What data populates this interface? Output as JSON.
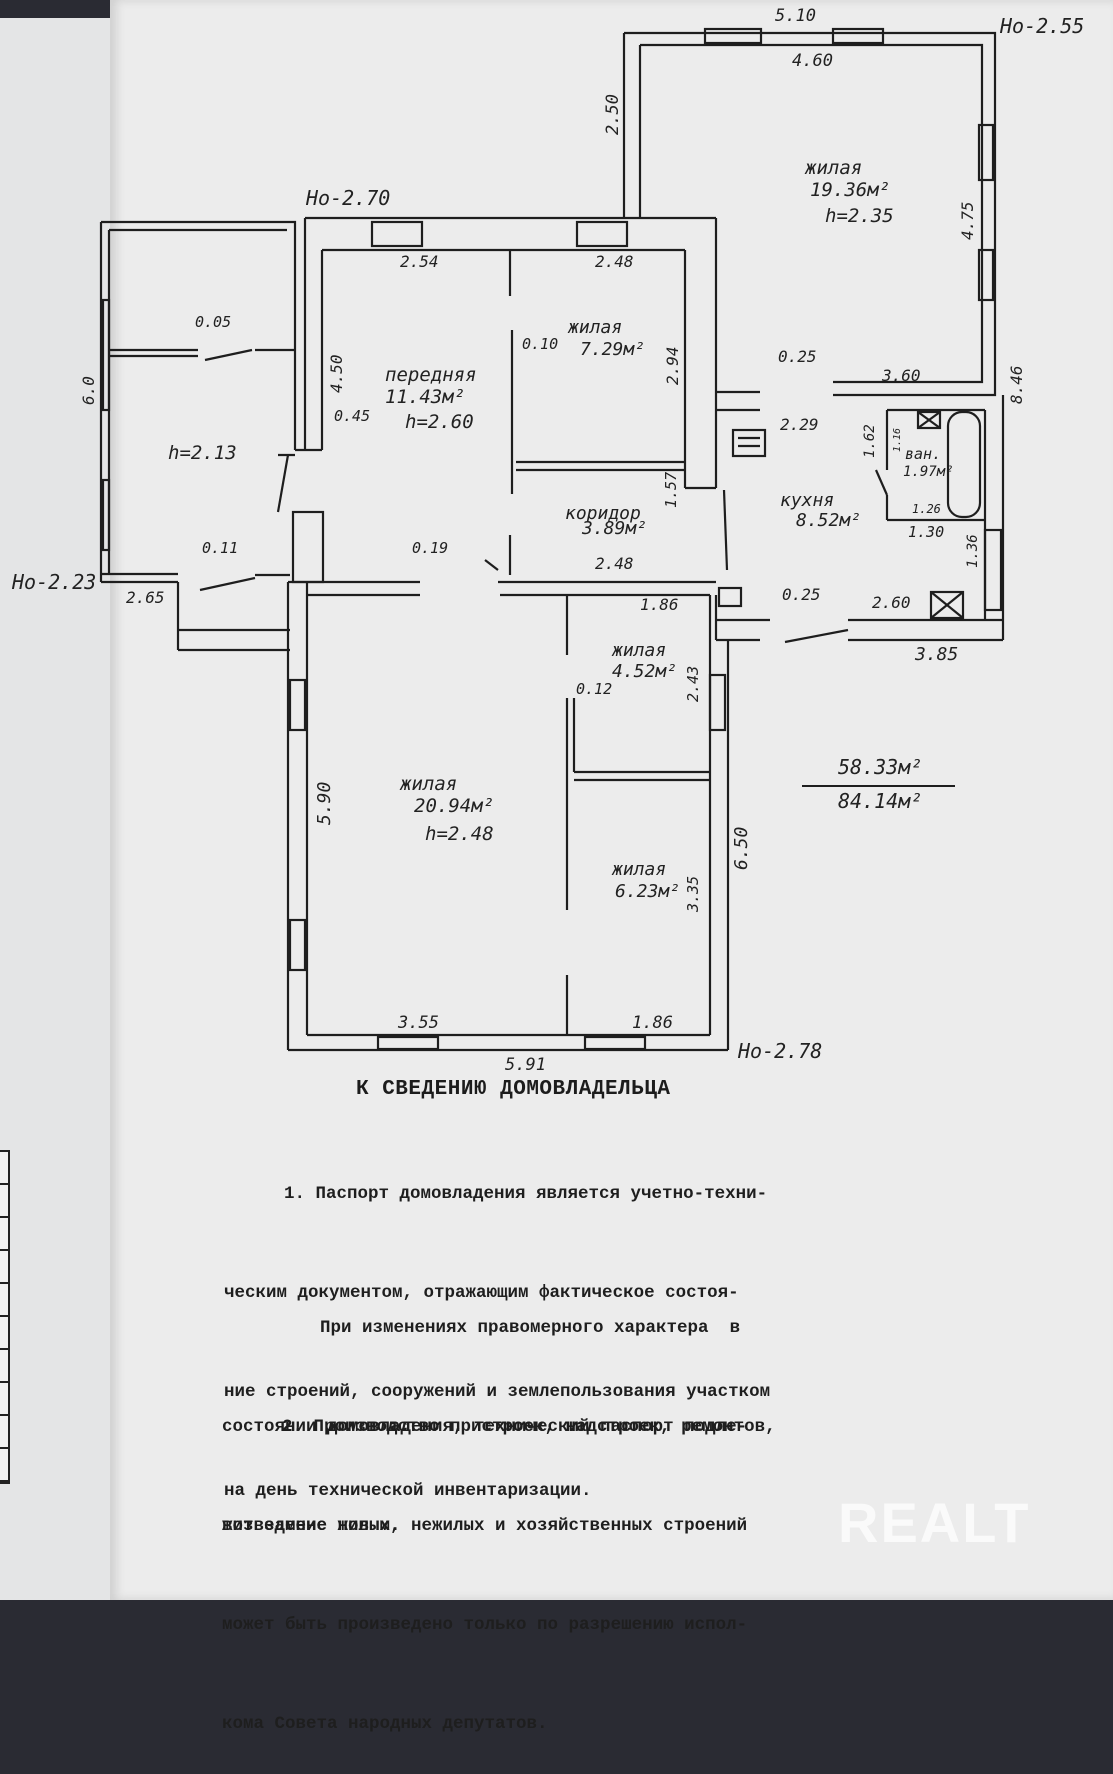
{
  "plan": {
    "labels": [
      {
        "id": "ho-top-right",
        "text": "Но-2.55"
      },
      {
        "id": "w-top",
        "text": "5.10"
      },
      {
        "id": "w-460",
        "text": "4.60"
      },
      {
        "id": "h-250",
        "text": "2.50"
      },
      {
        "id": "room-big-name",
        "text": "жилая"
      },
      {
        "id": "room-big-area",
        "text": "19.36м²"
      },
      {
        "id": "room-big-h",
        "text": "h=2.35"
      },
      {
        "id": "h-475",
        "text": "4.75"
      },
      {
        "id": "ho-270",
        "text": "Но-2.70"
      },
      {
        "id": "w-254",
        "text": "2.54"
      },
      {
        "id": "w-248a",
        "text": "2.48"
      },
      {
        "id": "d-005",
        "text": "0.05"
      },
      {
        "id": "d-010",
        "text": "0.10"
      },
      {
        "id": "room-729-name",
        "text": "жилая"
      },
      {
        "id": "room-729-area",
        "text": "7.29м²"
      },
      {
        "id": "h-294",
        "text": "2.94"
      },
      {
        "id": "d-025a",
        "text": "0.25"
      },
      {
        "id": "w-360",
        "text": "3.60"
      },
      {
        "id": "h-846",
        "text": "8.46"
      },
      {
        "id": "h-60",
        "text": "6.0"
      },
      {
        "id": "h-450",
        "text": "4.50"
      },
      {
        "id": "hall-name",
        "text": "передняя"
      },
      {
        "id": "hall-area",
        "text": "11.43м²"
      },
      {
        "id": "hall-h",
        "text": "h=2.60"
      },
      {
        "id": "d-045",
        "text": "0.45"
      },
      {
        "id": "w-229",
        "text": "2.29"
      },
      {
        "id": "h-162",
        "text": "1.62"
      },
      {
        "id": "d-116",
        "text": "1.16"
      },
      {
        "id": "bath-name",
        "text": "ван."
      },
      {
        "id": "bath-area",
        "text": "1.97м²"
      },
      {
        "id": "veranda-h",
        "text": "h=2.13"
      },
      {
        "id": "kitchen-name",
        "text": "кухня"
      },
      {
        "id": "kitchen-area",
        "text": "8.52м²"
      },
      {
        "id": "w-126",
        "text": "1.26"
      },
      {
        "id": "corr-name",
        "text": "коридор"
      },
      {
        "id": "corr-area",
        "text": "3.89м²"
      },
      {
        "id": "h-157",
        "text": "1.57"
      },
      {
        "id": "w-130",
        "text": "1.30"
      },
      {
        "id": "d-011",
        "text": "0.11"
      },
      {
        "id": "d-019",
        "text": "0.19"
      },
      {
        "id": "w-248b",
        "text": "2.48"
      },
      {
        "id": "h-136",
        "text": "1.36"
      },
      {
        "id": "ho-223",
        "text": "Но-2.23"
      },
      {
        "id": "w-265",
        "text": "2.65"
      },
      {
        "id": "w-186a",
        "text": "1.86"
      },
      {
        "id": "d-025b",
        "text": "0.25"
      },
      {
        "id": "w-260",
        "text": "2.60"
      },
      {
        "id": "w-385",
        "text": "3.85"
      },
      {
        "id": "room-452-name",
        "text": "жилая"
      },
      {
        "id": "room-452-area",
        "text": "4.52м²"
      },
      {
        "id": "h-243",
        "text": "2.43"
      },
      {
        "id": "d-012",
        "text": "0.12"
      },
      {
        "id": "total-living",
        "text": "58.33м²"
      },
      {
        "id": "total-area",
        "text": "84.14м²"
      },
      {
        "id": "room-2094-name",
        "text": "жилая"
      },
      {
        "id": "room-2094-area",
        "text": "20.94м²"
      },
      {
        "id": "room-2094-h",
        "text": "h=2.48"
      },
      {
        "id": "h-590",
        "text": "5.90"
      },
      {
        "id": "h-650",
        "text": "6.50"
      },
      {
        "id": "room-623-name",
        "text": "жилая"
      },
      {
        "id": "room-623-area",
        "text": "6.23м²"
      },
      {
        "id": "h-335",
        "text": "3.35"
      },
      {
        "id": "w-355",
        "text": "3.55"
      },
      {
        "id": "w-186b",
        "text": "1.86"
      },
      {
        "id": "ho-278",
        "text": "Но-2.78"
      },
      {
        "id": "w-591",
        "text": "5.91"
      }
    ]
  },
  "notice": {
    "title": "К СВЕДЕНИЮ ДОМОВЛАДЕЛЬЦА",
    "p1": [
      "1. Паспорт домовладения является учетно-техни-",
      "ческим документом, отражающим фактическое состоя-",
      "ние строений, сооружений и землепользования участком",
      "на день технической инвентаризации."
    ],
    "p2": [
      "При изменениях правомерного характера  в",
      "состоянии домовладения, технический паспорт подле-",
      "жит замене новым."
    ],
    "p3": [
      "2. Производство пристроек, надстроек, ремонтов,",
      "возведение жилых, нежилых и хозяйственных строений",
      "может быть произведено только по разрешению испол-",
      "кома Совета народных депутатов."
    ]
  },
  "watermark": "REALT"
}
